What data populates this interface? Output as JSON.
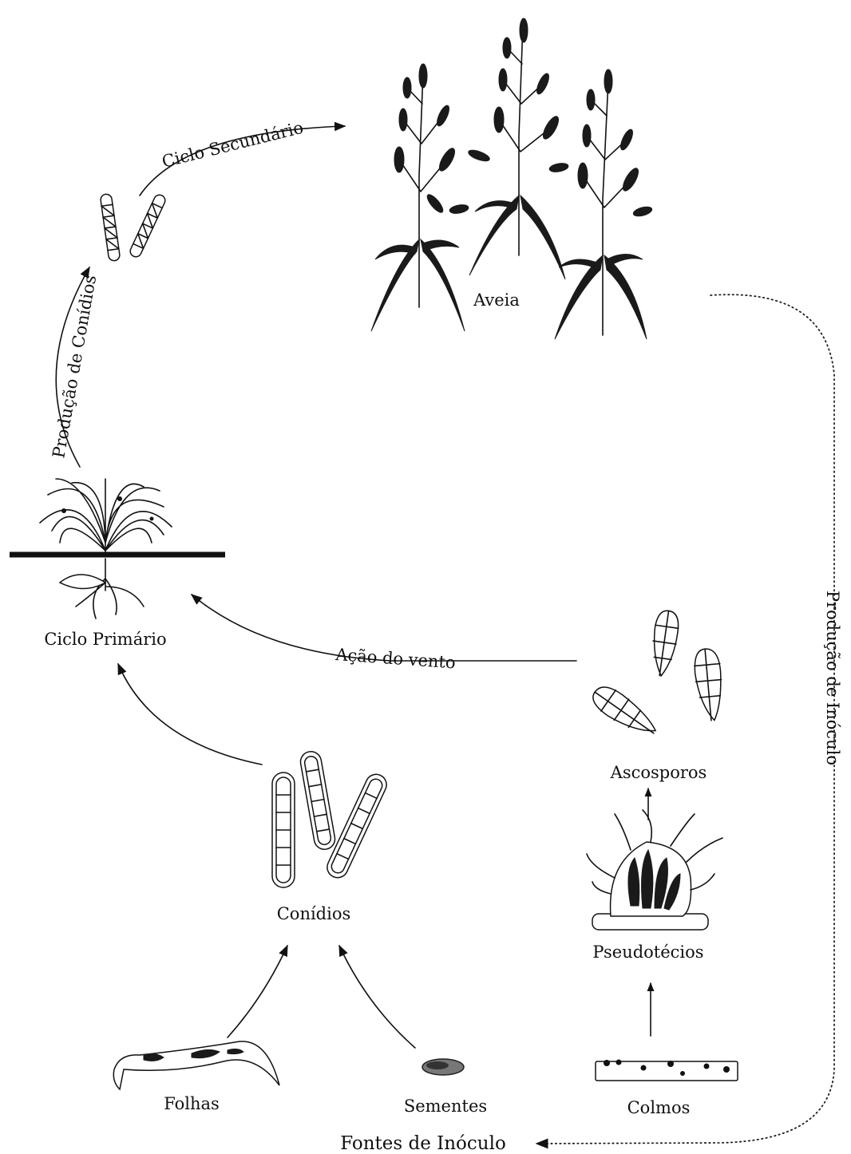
{
  "labels": {
    "aveia": "Aveia",
    "ciclo_secundario": "Ciclo Secundário",
    "producao_conidios": "Produção de Conídios",
    "ciclo_primario": "Ciclo Primário",
    "acao_vento": "Ação do vento",
    "producao_inoculo": "Produção de Inóculo",
    "ascosporos": "Ascosporos",
    "pseudotecios": "Pseudotécios",
    "conidios": "Conídios",
    "folhas": "Folhas",
    "sementes": "Sementes",
    "colmos": "Colmos",
    "fontes_inoculo": "Fontes de Inóculo"
  },
  "colors": {
    "ink": "#111111",
    "background": "#ffffff"
  }
}
